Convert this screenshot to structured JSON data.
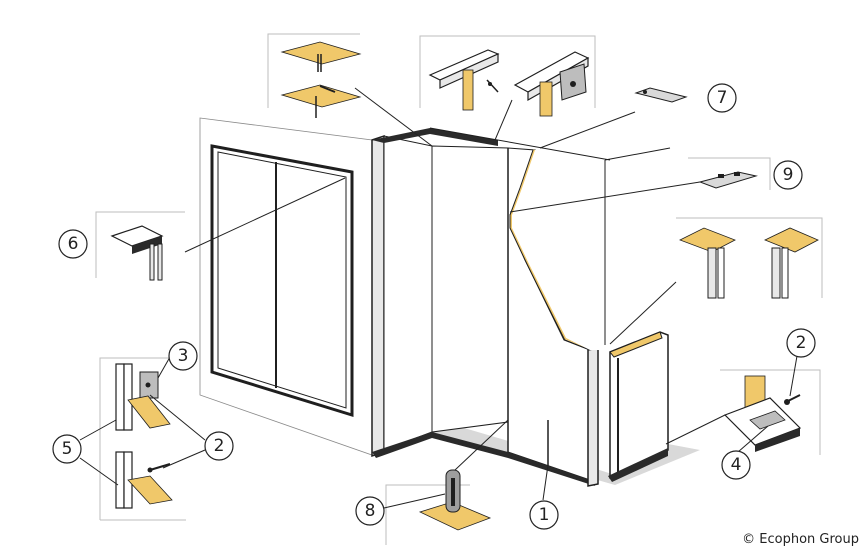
{
  "callouts": {
    "c1": "1",
    "c2a": "2",
    "c2b": "2",
    "c3": "3",
    "c4": "4",
    "c5": "5",
    "c6": "6",
    "c7": "7",
    "c8": "8",
    "c9": "9"
  },
  "credit": "© Ecophon Group",
  "colors": {
    "panel_edge": "#f0c86a",
    "outline": "#1f1f1f",
    "floor_shadow": "#d9d9d9",
    "wall_fill": "#ffffff"
  }
}
